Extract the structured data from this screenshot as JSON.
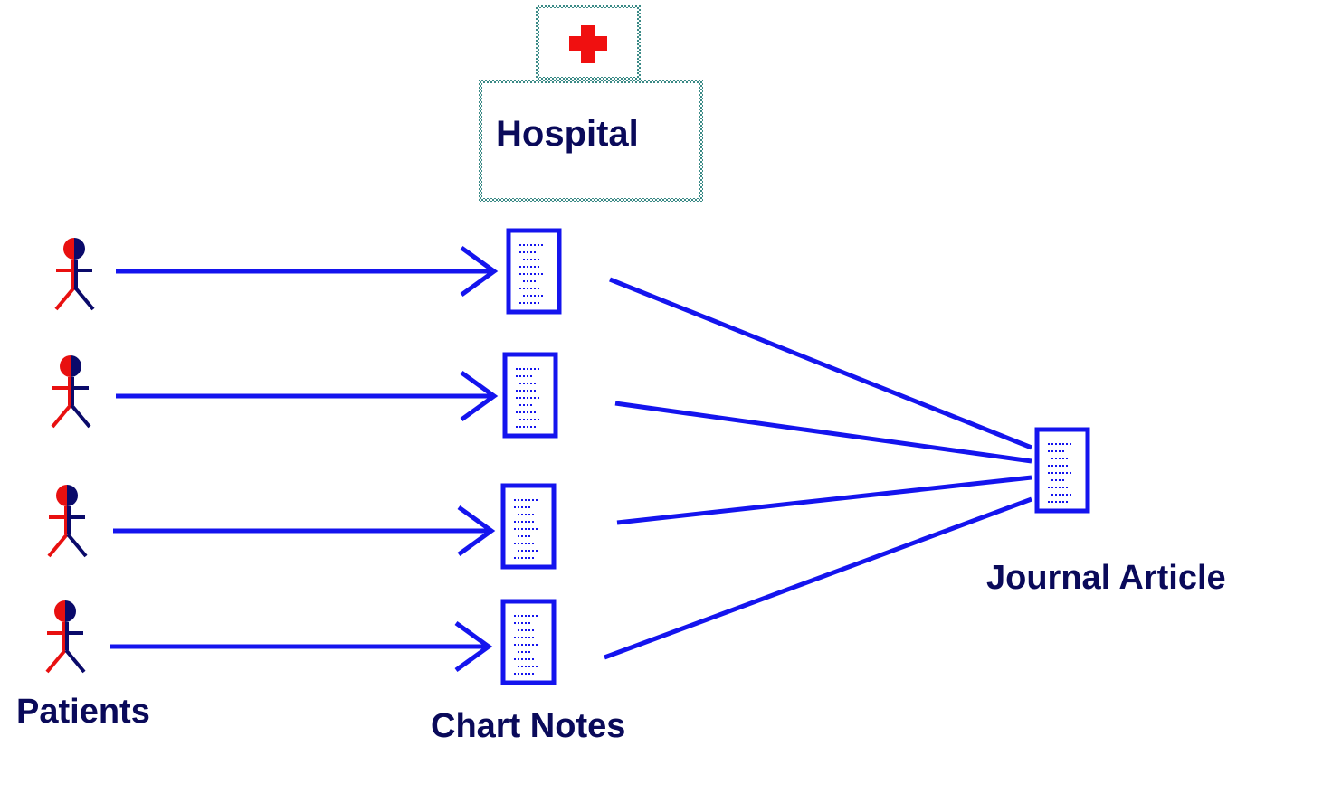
{
  "labels": {
    "hospital": "Hospital",
    "patients": "Patients",
    "chart_notes": "Chart Notes",
    "journal_article": "Journal Article"
  },
  "nodes": {
    "patients_count": 4,
    "chart_notes_count": 4,
    "journal_article_count": 1
  },
  "colors": {
    "line": "#1414ee",
    "text": "#0a0a5a",
    "person_left": "#e81010",
    "person_right": "#0a0a6a",
    "hospital_border": "#3a8a86",
    "red_cross": "#f01010",
    "document_border": "#1414ee"
  },
  "icons": {
    "person": "person-icon",
    "document": "document-icon",
    "hospital": "hospital-icon",
    "cross": "red-cross-icon"
  }
}
